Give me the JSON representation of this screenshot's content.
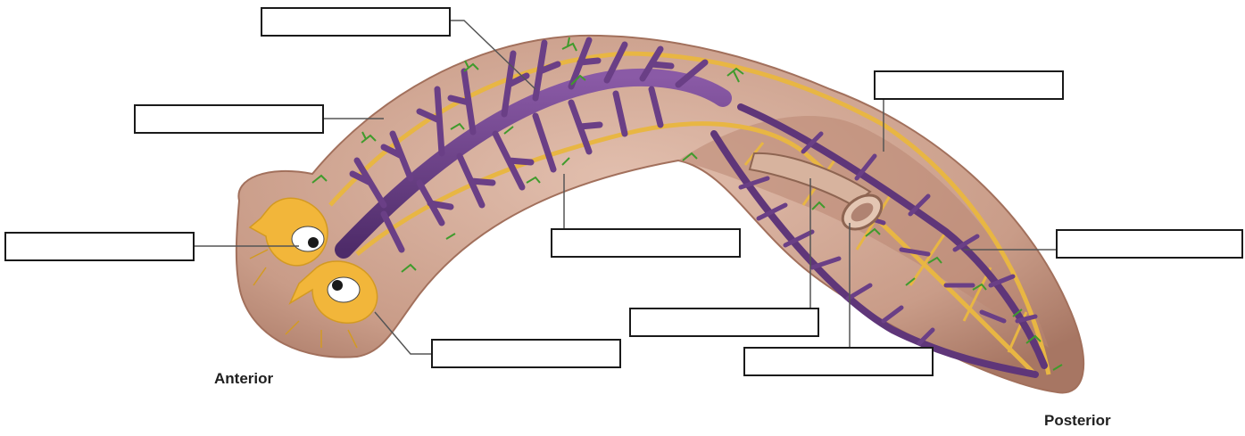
{
  "labels": {
    "anterior": "Anterior",
    "posterior": "Posterior"
  },
  "answer_boxes": [
    "",
    "",
    "",
    "",
    "",
    "",
    "",
    "",
    "",
    ""
  ],
  "colors": {
    "body": "#c79a86",
    "body_edge": "#a2705c",
    "gut": "#6a3f86",
    "gut_dark": "#4e2b69",
    "nerve": "#e8b643",
    "eyespot": "#f2b63a",
    "flame_cells": "#3f9b2c",
    "pharynx": "#d7b39e",
    "leader": "#555555"
  },
  "icons": [
    "planarian-body-illustration",
    "eyespot-icon",
    "pharynx-tube-icon"
  ]
}
